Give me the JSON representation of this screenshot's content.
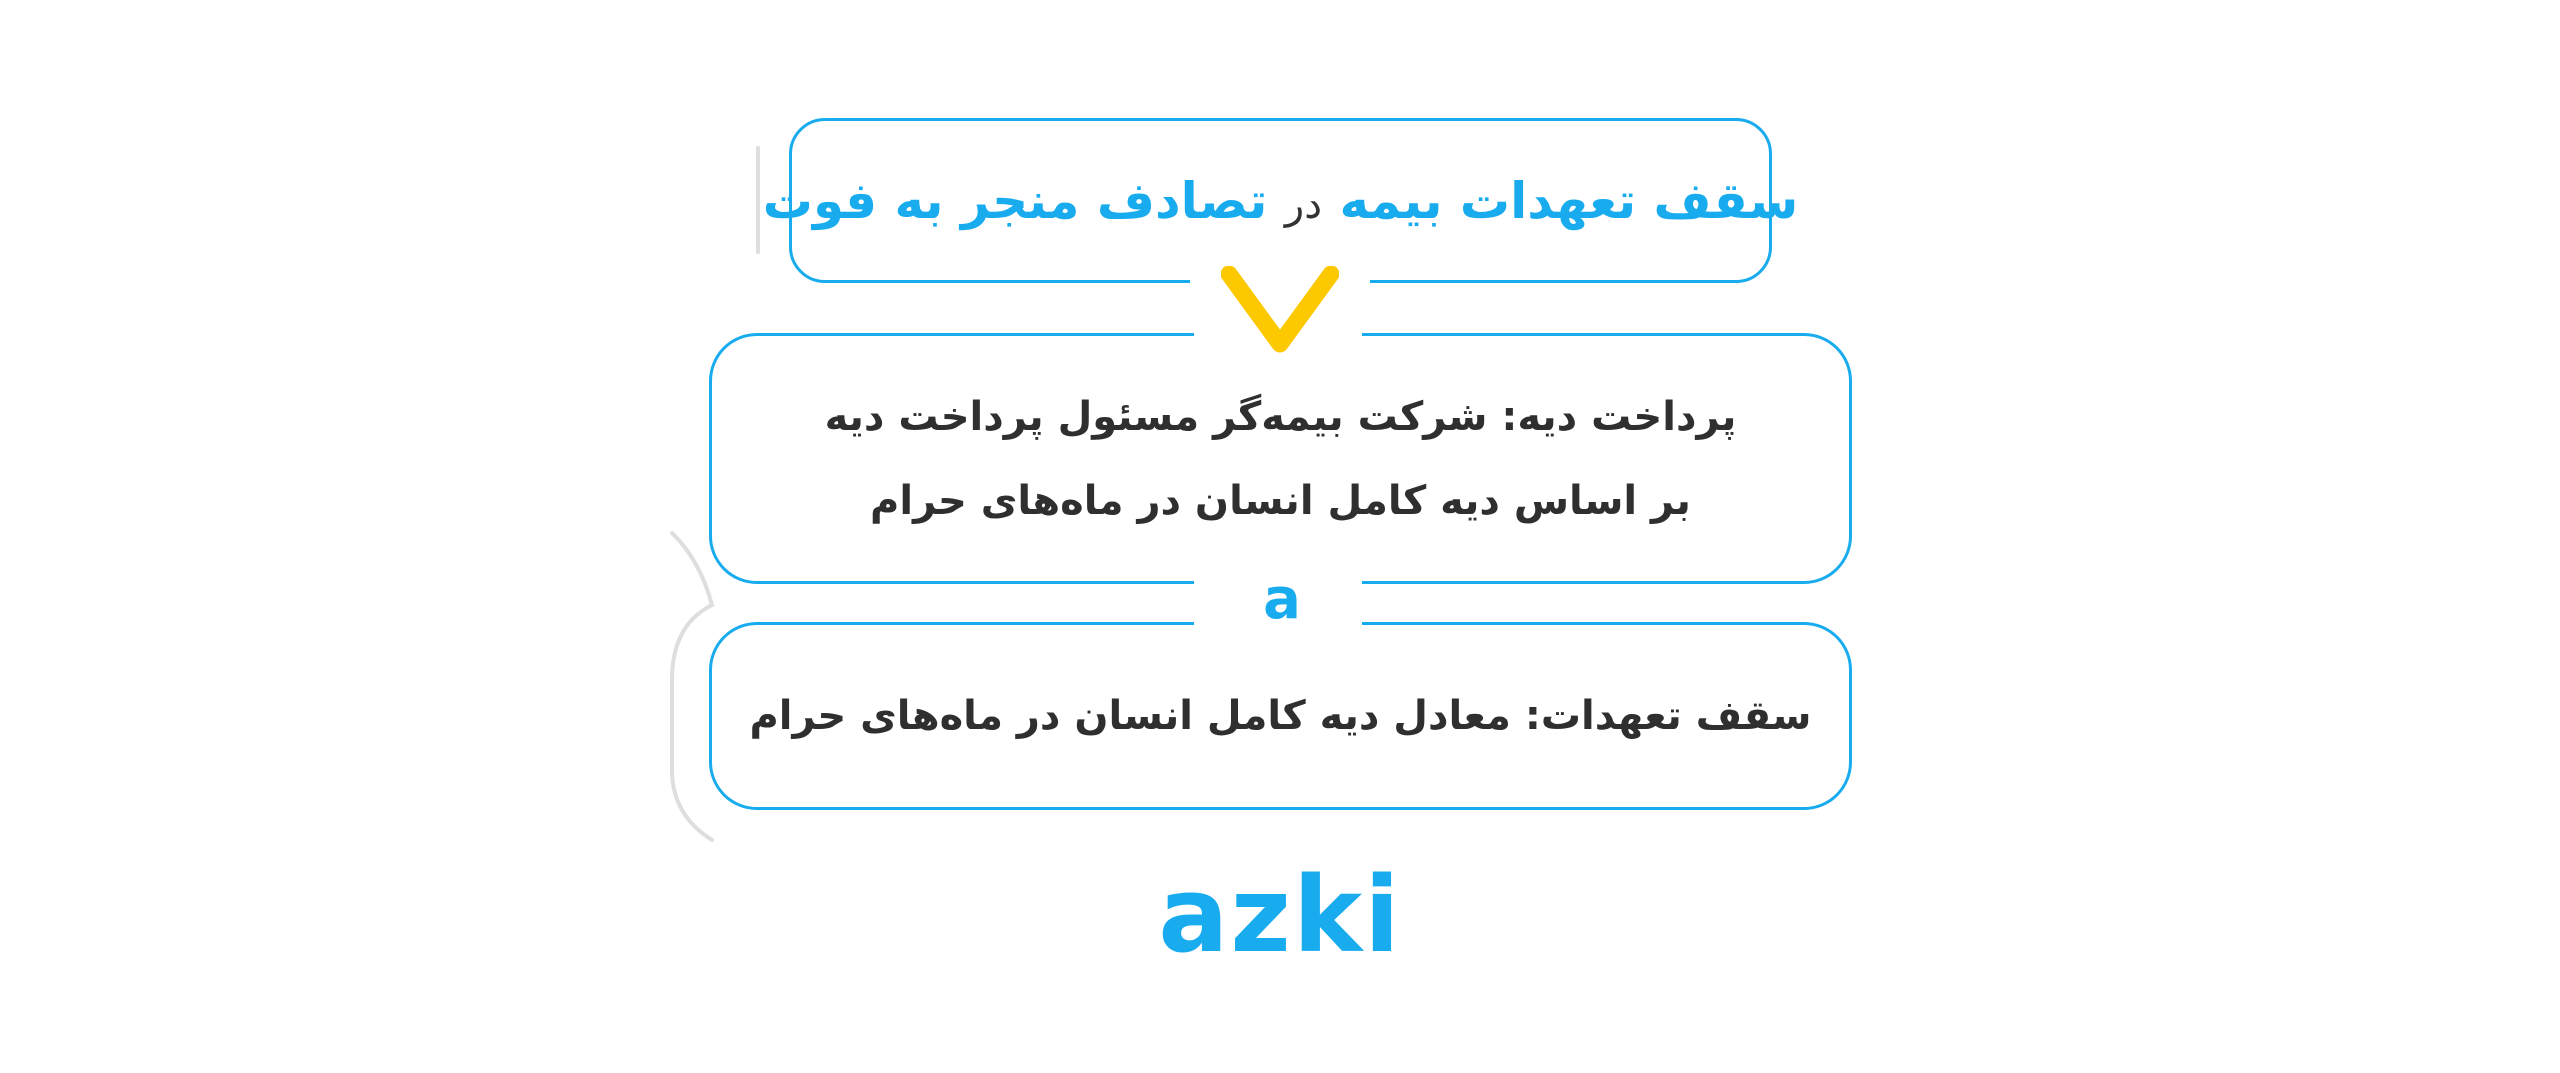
{
  "title": {
    "part1": "سقف تعهدات بیمه",
    "connector": "در",
    "part2": "تصادف منجر به فوت"
  },
  "payment": {
    "line1": "پرداخت دیه: شرکت بیمه‌گر مسئول پرداخت دیه",
    "line2": "بر اساس دیه کامل انسان در ماه‌های حرام"
  },
  "cap": {
    "line1": "سقف تعهدات: معادل دیه کامل انسان در ماه‌های حرام"
  },
  "separator_letter": "a",
  "logo": "azki",
  "colors": {
    "accent": "#18acef",
    "chevron": "#fcc800",
    "text": "#2b2b2b",
    "decor_line": "#dedede"
  }
}
